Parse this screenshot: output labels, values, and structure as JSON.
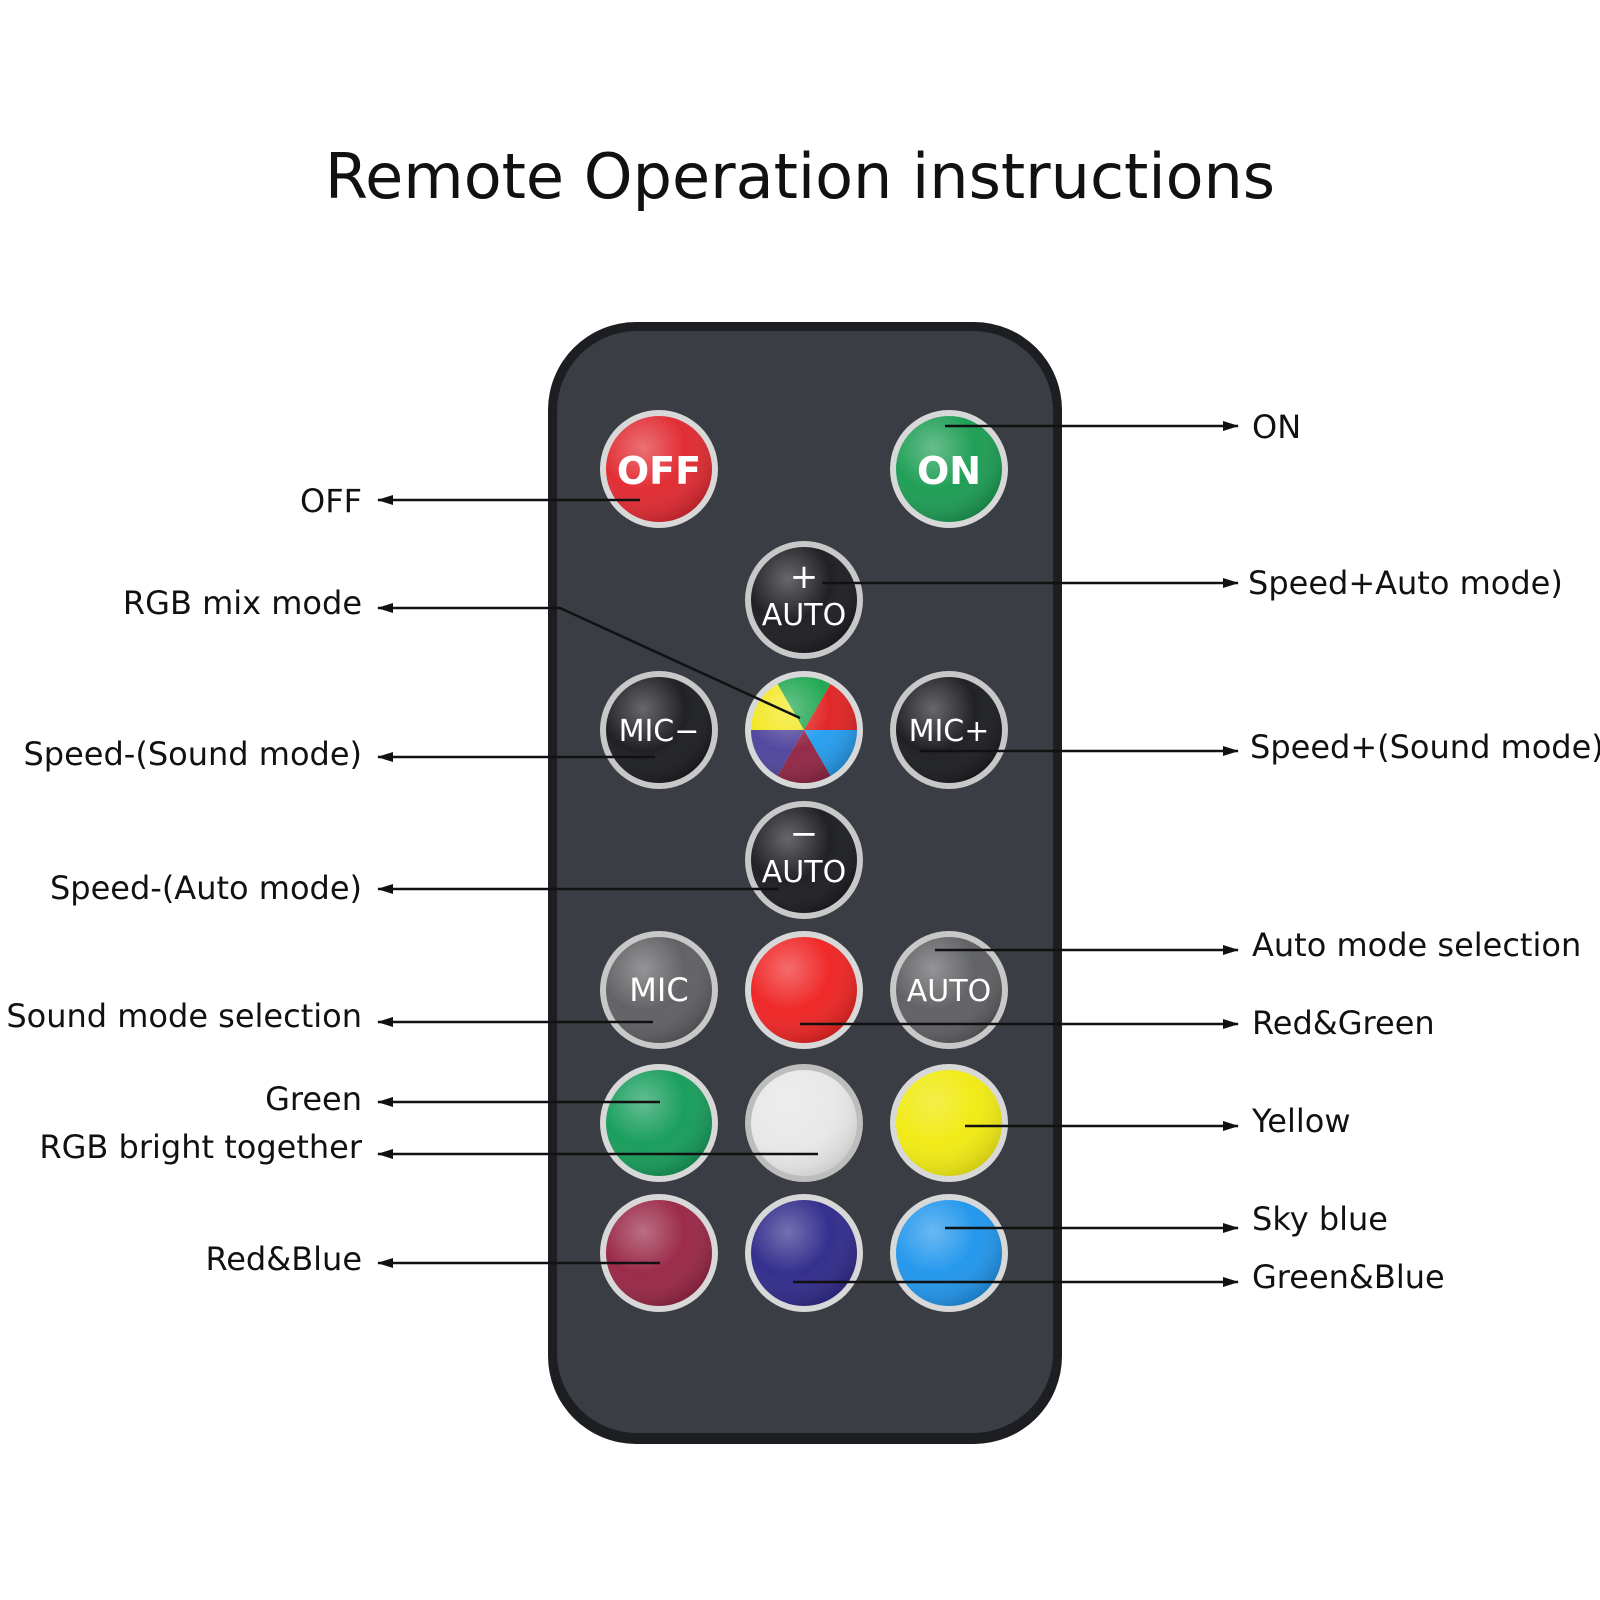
{
  "title": "Remote Operation instructions",
  "colors": {
    "remote_body": "#3a3d44",
    "remote_rim": "#1d1e21",
    "off_button": "#e0232a",
    "on_button": "#159a4e",
    "dark_button": "#15161a",
    "gray_button": "#5a5b5e",
    "red_button": "#ef1d1d",
    "green_button": "#0f9a55",
    "white_button": "#e8e8e8",
    "yellow_button": "#f0ea10",
    "maroon_button": "#962041",
    "navy_button": "#2a2488",
    "skyblue_button": "#1a93ec"
  },
  "buttons": {
    "off": "OFF",
    "on": "ON",
    "auto": "AUTO",
    "plus": "+",
    "minus": "−",
    "mic_minus": "MIC−",
    "mic_plus": "MIC+",
    "mic": "MIC"
  },
  "labels": {
    "on": "ON",
    "off": "OFF",
    "rgb_mix": "RGB mix mode",
    "speed_plus_auto": "Speed+Auto mode)",
    "speed_minus_sound": "Speed-(Sound mode)",
    "speed_plus_sound": "Speed+(Sound mode)",
    "speed_minus_auto": "Speed-(Auto mode)",
    "auto_mode_selection": "Auto mode selection",
    "sound_mode_selection": "Sound mode selection",
    "red_green": "Red&Green",
    "green": "Green",
    "yellow": "Yellow",
    "rgb_bright": "RGB bright together",
    "sky_blue": "Sky blue",
    "red_blue": "Red&Blue",
    "green_blue": "Green&Blue"
  }
}
